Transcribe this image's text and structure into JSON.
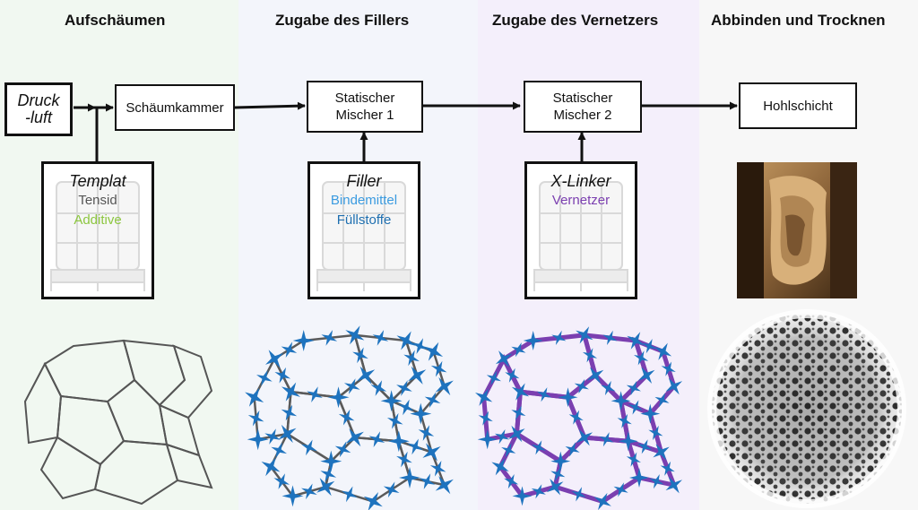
{
  "stages": [
    {
      "title": "Aufschäumen"
    },
    {
      "title": "Zugabe des Fillers"
    },
    {
      "title": "Zugabe des Vernetzers"
    },
    {
      "title": "Abbinden und Trocknen"
    }
  ],
  "boxes": {
    "druckluft_1": "Druck",
    "druckluft_2": "-luft",
    "schaumkammer": "Schäumkammer",
    "mischer1_1": "Statischer",
    "mischer1_2": "Mischer 1",
    "mischer2_1": "Statischer",
    "mischer2_2": "Mischer 2",
    "hohlschicht": "Hohlschicht"
  },
  "tanks": [
    {
      "title": "Templat",
      "lines": [
        {
          "text": "Tensid",
          "color": "#555555"
        },
        {
          "text": "Additive",
          "color": "#8cc63f"
        }
      ]
    },
    {
      "title": "Filler",
      "lines": [
        {
          "text": "Bindemittel",
          "color": "#3b9be0"
        },
        {
          "text": "Füllstoffe",
          "color": "#1f6fb0"
        }
      ]
    },
    {
      "title": "X-Linker",
      "lines": [
        {
          "text": "Vernetzer",
          "color": "#7b3fb0"
        }
      ]
    }
  ],
  "colors": {
    "filler_star": "#1e73be",
    "crosslink": "#7b3fb0",
    "cell_line": "#555555"
  }
}
